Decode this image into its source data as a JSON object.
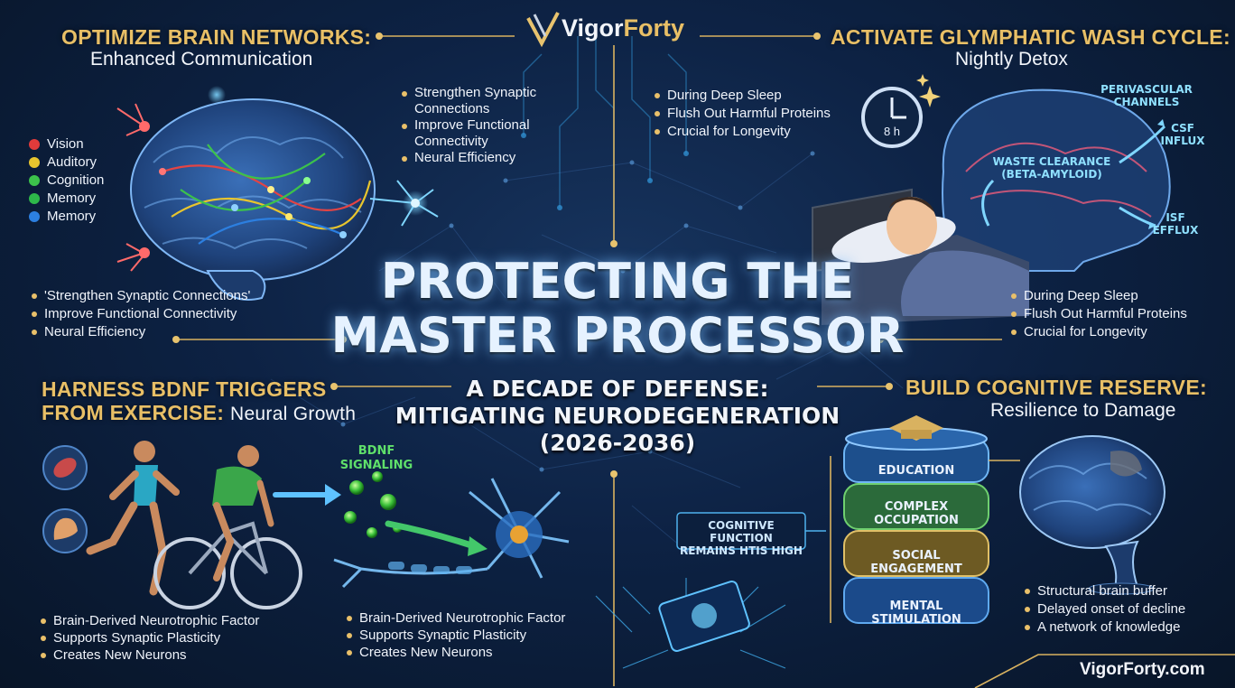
{
  "brand": {
    "name_part1": "Vigor",
    "name_part2": "Forty",
    "footer_url": "VigorForty.com"
  },
  "title": {
    "main_line1": "PROTECTING THE",
    "main_line2": "MASTER PROCESSOR",
    "sub_line1": "A DECADE OF DEFENSE:",
    "sub_line2": "MITIGATING NEURODEGENERATION",
    "sub_line3": "(2026-2036)"
  },
  "networks": {
    "heading": "OPTIMIZE BRAIN NETWORKS:",
    "subheading": "Enhanced Communication",
    "legend": [
      {
        "label": "Vision",
        "color": "#e03b3b"
      },
      {
        "label": "Auditory",
        "color": "#e8c52e"
      },
      {
        "label": "Cognition",
        "color": "#3cc24b"
      },
      {
        "label": "Memory",
        "color": "#2eb84a"
      },
      {
        "label": "Memory",
        "color": "#2c7fe0"
      }
    ],
    "bullets_right": [
      "Strengthen Synaptic Connections",
      "Improve Functional Connectivity",
      "Neural Efficiency"
    ],
    "bullets_bottom": [
      "'Strengthen Synaptic Connections'",
      "Improve Functional Connectivity",
      "Neural Efficiency"
    ]
  },
  "glymphatic": {
    "heading": "ACTIVATE GLYMPHATIC WASH CYCLE:",
    "subheading": "Nightly Detox",
    "bullets_top": [
      "During Deep Sleep",
      "Flush Out Harmful Proteins",
      "Crucial for Longevity"
    ],
    "bullets_bottom": [
      "During Deep Sleep",
      "Flush Out Harmful Proteins",
      "Crucial for Longevity"
    ],
    "clock_label": "8 h",
    "labels": {
      "perivascular_1": "PERIVASCULAR",
      "perivascular_2": "CHANNELS",
      "csf_1": "CSF",
      "csf_2": "INFLUX",
      "waste_1": "WASTE CLEARANCE",
      "waste_2": "(BETA-AMYLOID)",
      "isf_1": "ISF",
      "isf_2": "EFFLUX"
    }
  },
  "bdnf": {
    "heading_line1": "HARNESS BDNF TRIGGERS",
    "heading_line2": "FROM EXERCISE:",
    "heading_tail": "Neural Growth",
    "signaling_1": "BDNF",
    "signaling_2": "SIGNALING",
    "bullets_left": [
      "Brain-Derived Neurotrophic Factor",
      "Supports Synaptic Plasticity",
      "Creates New Neurons"
    ],
    "bullets_right": [
      "Brain-Derived Neurotrophic Factor",
      "Supports Synaptic Plasticity",
      "Creates New Neurons"
    ]
  },
  "reserve": {
    "heading": "BUILD COGNITIVE RESERVE:",
    "subheading": "Resilience to Damage",
    "chip_label_1": "COGNITIVE FUNCTION",
    "chip_label_2": "REMAINS HTIS HIGH",
    "layers": [
      {
        "line1": "EDUCATION",
        "line2": ""
      },
      {
        "line1": "COMPLEX",
        "line2": "OCCUPATION"
      },
      {
        "line1": "SOCIAL",
        "line2": "ENGAGEMENT"
      },
      {
        "line1": "MENTAL",
        "line2": "STIMULATION"
      }
    ],
    "bullets": [
      "Structural brain buffer",
      "Delayed onset of decline",
      "A network of knowledge"
    ]
  },
  "colors": {
    "gold": "#e8bf66",
    "navy": "#0a1a33",
    "cyan": "#8fe0ff"
  }
}
